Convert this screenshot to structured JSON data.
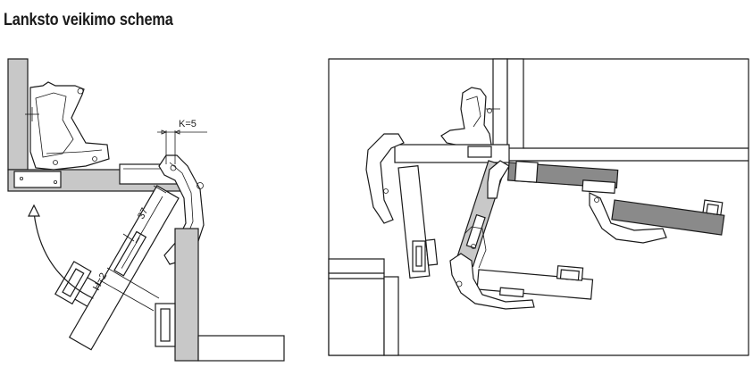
{
  "title": "Lanksto veikimo schema",
  "labels": {
    "k": "K=5",
    "dim37": "37",
    "h": "H=2"
  },
  "colors": {
    "line": "#1a1a1a",
    "wood": "#c8c8c8",
    "door_dark": "#8a8a8a"
  }
}
